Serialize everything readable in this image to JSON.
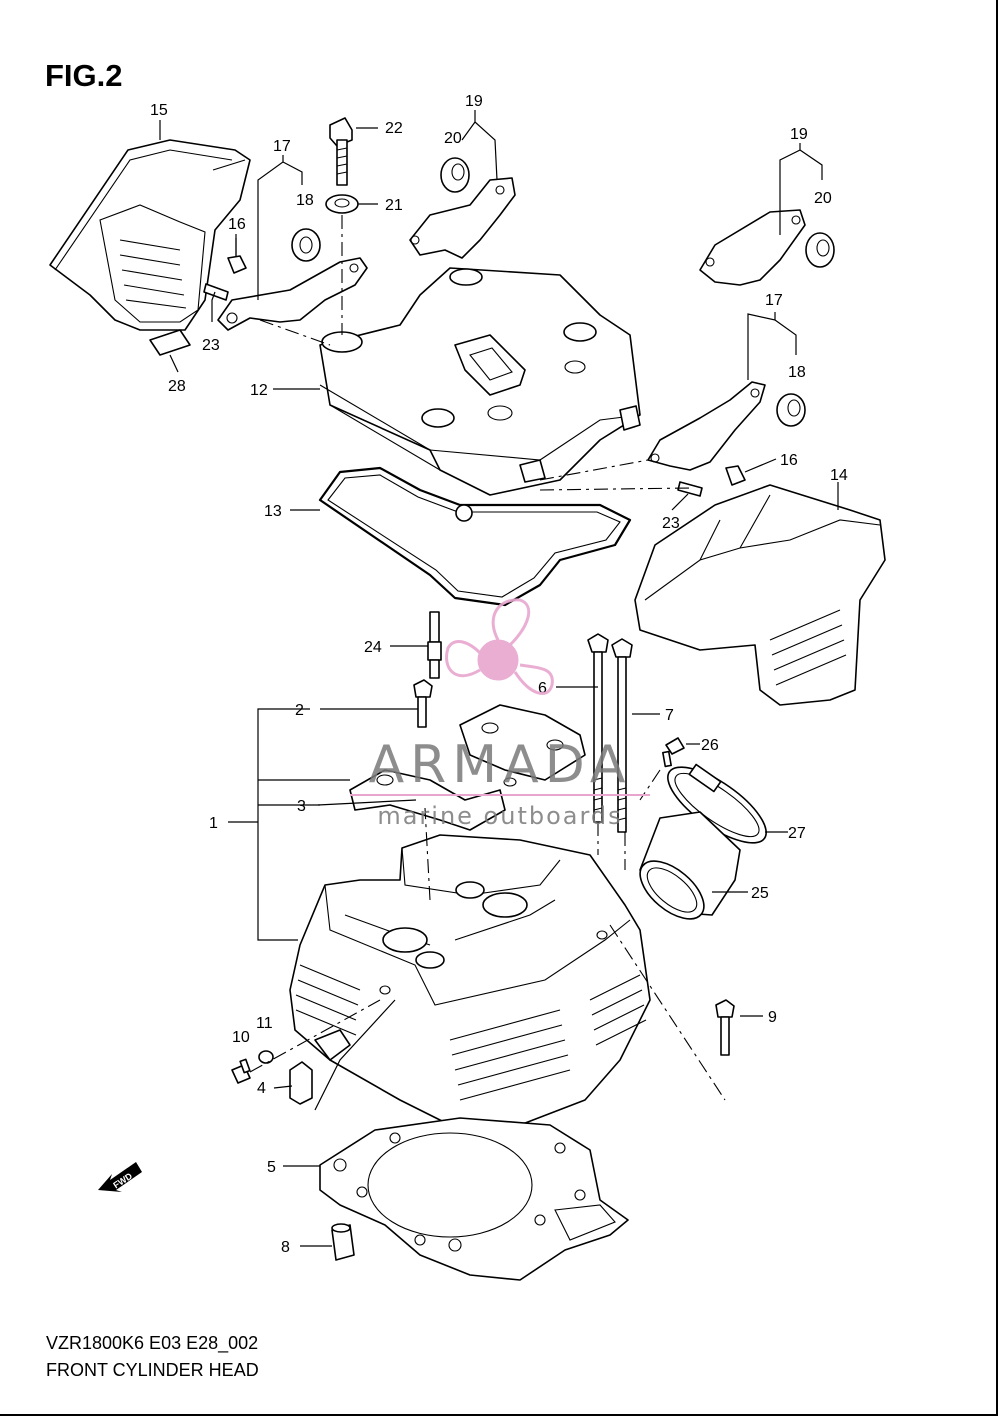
{
  "figure": {
    "title": "FIG.2",
    "caption_code": "VZR1800K6 E03 E28_002",
    "caption_name": "FRONT CYLINDER HEAD"
  },
  "callouts": {
    "c1": "1",
    "c2": "2",
    "c3": "3",
    "c4": "4",
    "c5": "5",
    "c6": "6",
    "c7": "7",
    "c8": "8",
    "c9": "9",
    "c10": "10",
    "c11": "11",
    "c12": "12",
    "c13": "13",
    "c14": "14",
    "c15": "15",
    "c16a": "16",
    "c16b": "16",
    "c17a": "17",
    "c17b": "17",
    "c18a": "18",
    "c18b": "18",
    "c19a": "19",
    "c19b": "19",
    "c20a": "20",
    "c20b": "20",
    "c21": "21",
    "c22": "22",
    "c23a": "23",
    "c23b": "23",
    "c24": "24",
    "c25": "25",
    "c26": "26",
    "c27": "27",
    "c28": "28"
  },
  "fwd_marker": {
    "label": "FWD"
  },
  "watermark": {
    "brand": "ARMADA",
    "tagline": "marine outboards",
    "accent_color": "#e8a6cf",
    "text_color": "#7a7a7a"
  }
}
